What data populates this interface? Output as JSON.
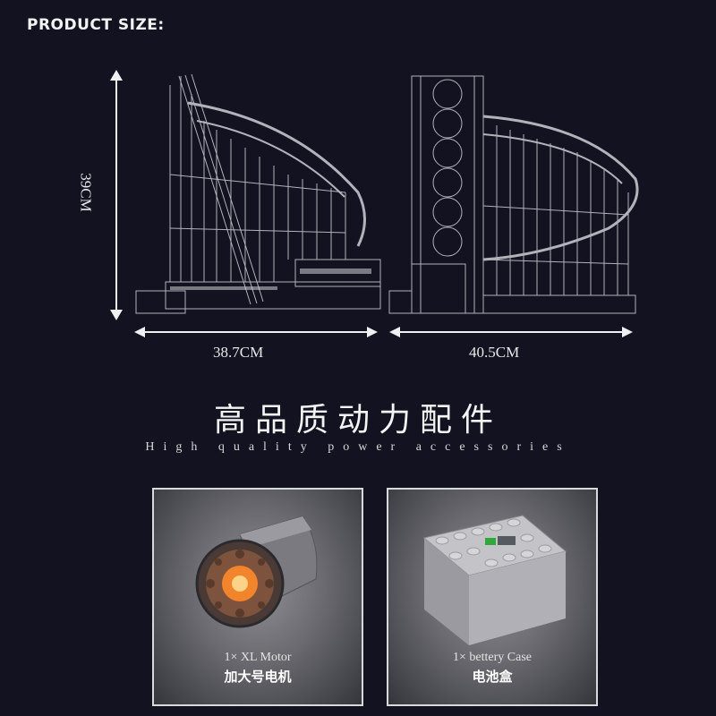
{
  "header": {
    "title": "PRODUCT SIZE:"
  },
  "dimensions": {
    "height": "39CM",
    "width_left": "38.7CM",
    "width_right": "40.5CM"
  },
  "heading": {
    "chinese": "高品质动力配件",
    "english": "High quality power accessories"
  },
  "accessories": [
    {
      "label_en": "1× XL Motor",
      "label_cn": "加大号电机",
      "icon": "motor-icon"
    },
    {
      "label_en": "1× bettery Case",
      "label_cn": "电池盒",
      "icon": "battery-box-icon"
    }
  ],
  "colors": {
    "background": "#121220",
    "wireframe": "#cfcfd6",
    "motor_glow": "#ff8a2a",
    "battery_green": "#2faa3a"
  }
}
